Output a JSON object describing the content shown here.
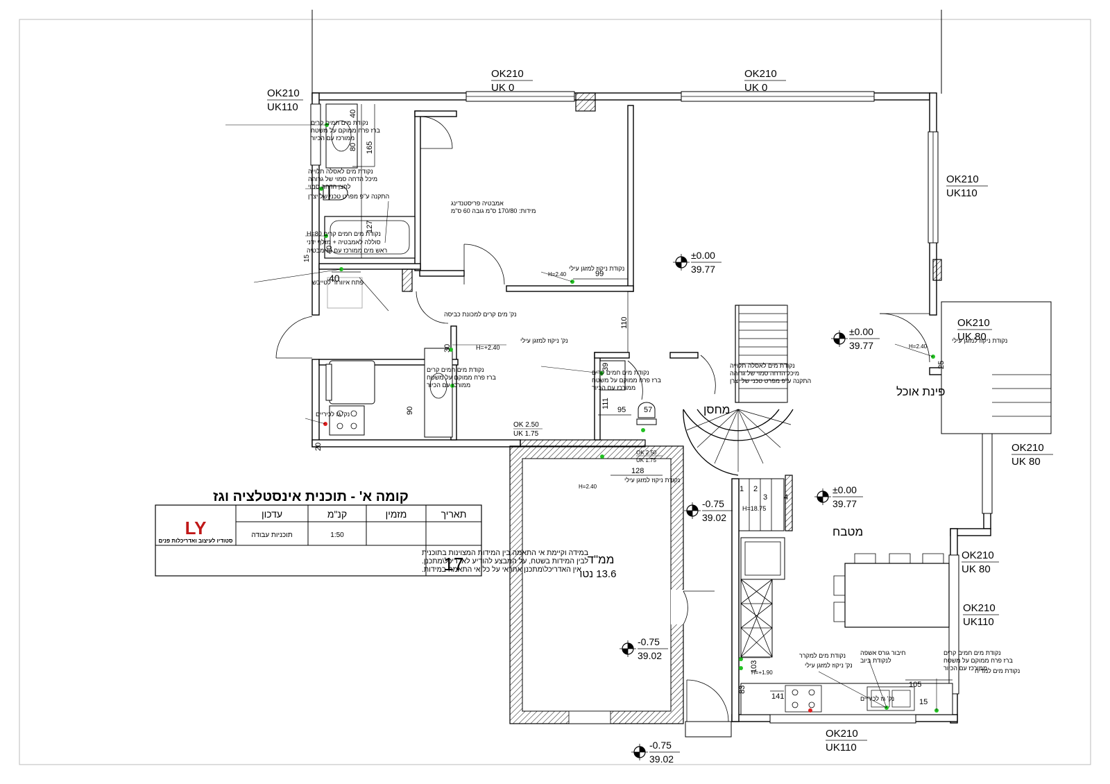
{
  "openings": {
    "top_left_window": {
      "ok": "OK210",
      "uk": "UK110"
    },
    "top_window_1": {
      "ok": "OK210",
      "uk": "UK 0"
    },
    "top_window_2": {
      "ok": "OK210",
      "uk": "UK 0"
    },
    "right_window_upper": {
      "ok": "OK210",
      "uk": "UK110"
    },
    "right_door": {
      "ok": "OK210",
      "uk": "UK 80"
    },
    "right_window_mid": {
      "ok": "OK210",
      "uk": "UK 80"
    },
    "right_window_kitchen_1": {
      "ok": "OK210",
      "uk": "UK 80"
    },
    "right_window_kitchen_2": {
      "ok": "OK210",
      "uk": "UK110"
    },
    "bottom_window": {
      "ok": "OK210",
      "uk": "UK110"
    },
    "small_window_a": {
      "ok": "OK 2.50",
      "uk": "UK 1.75"
    },
    "small_window_b": {
      "ok": "OK 2.50",
      "uk": "UK 1.75"
    }
  },
  "levels": {
    "living": {
      "rel": "±0.00",
      "abs": "39.77"
    },
    "dining": {
      "rel": "±0.00",
      "abs": "39.77"
    },
    "kitchen": {
      "rel": "±0.00",
      "abs": "39.77"
    },
    "stair": {
      "rel": "-0.75",
      "abs": "39.02"
    },
    "mamad": {
      "rel": "-0.75",
      "abs": "39.02"
    },
    "entry": {
      "rel": "-0.75",
      "abs": "39.02"
    }
  },
  "rooms": {
    "dining": "פינת אוכל",
    "kitchen": "מטבח",
    "storage": "מחסן",
    "mamad_name": "ממ\"ד",
    "mamad_area": "13.6 נטו"
  },
  "dimensions": {
    "d40a": "40",
    "d80": "80",
    "d165": "165",
    "d127": "127",
    "d40b": "40",
    "d15": "15",
    "d40c": "40",
    "d99": "99",
    "d110": "110",
    "d30": "30",
    "d90": "90",
    "d20": "20",
    "d39": "39",
    "d111": "111",
    "d95": "95",
    "d57": "57",
    "d128": "128",
    "d25": "25",
    "d83": "83",
    "d103": "103",
    "d141": "141",
    "d105": "105",
    "d15b": "15",
    "stair1": "1",
    "stair2": "2",
    "stair3": "3",
    "stair4": "4",
    "stairH": "H=18.75"
  },
  "notes": {
    "n1a": "נקודת מים חמים קרים",
    "n1b": "ברז פרח ממוקם על משטח",
    "n1c": "ממורכז עם הכיור",
    "n2a": "נקודת מים לאסלה תלוייה",
    "n2b": "מיכל הדחה סמוי של גרוהה",
    "n2c": "לחצן הדחה סמוי",
    "n2d": "התקנה ע\"פ מפרט טכני של יצרן",
    "n3a": "נקודת מים חמים קרים H=80",
    "n3b": "סוללה לאמבטיה + מזלף ידני",
    "n3c": "ראש מים ממורכז עם האמבטיה",
    "n4": "פתח איוורור לטייבש",
    "n5": "נק' מים קרים למכונת כביסה",
    "n6a": "אמבטיה פריסטנדינג",
    "n6b": "מידות: 170/80 ס\"מ גובה 60 ס\"מ",
    "n7a": "נקודת ניקוז למזגן עילי",
    "n7b": "H=2.40",
    "n8a": "נק' ניקוז למזגן עילי",
    "n8b": "H=+2.40",
    "n9a": "נקודת מים חמים קרים",
    "n9b": "ברז פרח ממוקם על משטח",
    "n9c": "ממורכז עם הכיור",
    "n10": "נק' גז לכיריים",
    "n11a": "נקודת מים חמים קרים",
    "n11b": "ברז פרח ממוקם על משטח",
    "n11c": "ממורכז עם הכיור",
    "n12a": "נקודת מים לאסלה תלוייה",
    "n12b": "מיכל הדחה סמוי של גרוהה",
    "n12c": "התקנה ע\"פ מפרט טכני של יצרן",
    "n13a": "נקודת ניקוז למזגן עילי",
    "n13b": "H=2.40",
    "n14a": "נקודת ניקוז למזגן עילי",
    "n14b": "H=2.40",
    "n15a": "נקודת מים למקרר",
    "n16a": "נק' ניקוז למזגן עילי",
    "n16b": "H=+1.90",
    "n17a": "חיבור גורס אשפה",
    "n17b": "לנקודת ביוב",
    "n18a": "נקודת מים חמים קרים",
    "n18b": "ברז פרח ממוקם על משטח",
    "n18c": "ממורכז עם הכיור",
    "n19": "נקודת מים למדיח",
    "n20": "נק' גז לכיריים"
  },
  "title_block": {
    "title": "קומה א' - תוכנית אינסטלציה וגז",
    "col_date": "תאריך",
    "col_client": "מזמין",
    "col_scale": "קנ\"מ",
    "col_update": "עדכון",
    "scale_value": "1:50",
    "update_value": "תוכניות עבודה",
    "studio_name": "סטודיו לעיצוב ואדריכלות פנים",
    "logo_letters": "LY",
    "disclaimer_1": "במידה וקיימת אי התאמה בין המידות המצוינות בתוכנית",
    "disclaimer_2": "לבין המידות בשטח, על המבצע להודיע לאדריכל\\מתכנן.",
    "disclaimer_3": "אין האדריכל\\מתכנן אחראי על כל אי התאמה במידות.",
    "sheet_number": "17"
  }
}
